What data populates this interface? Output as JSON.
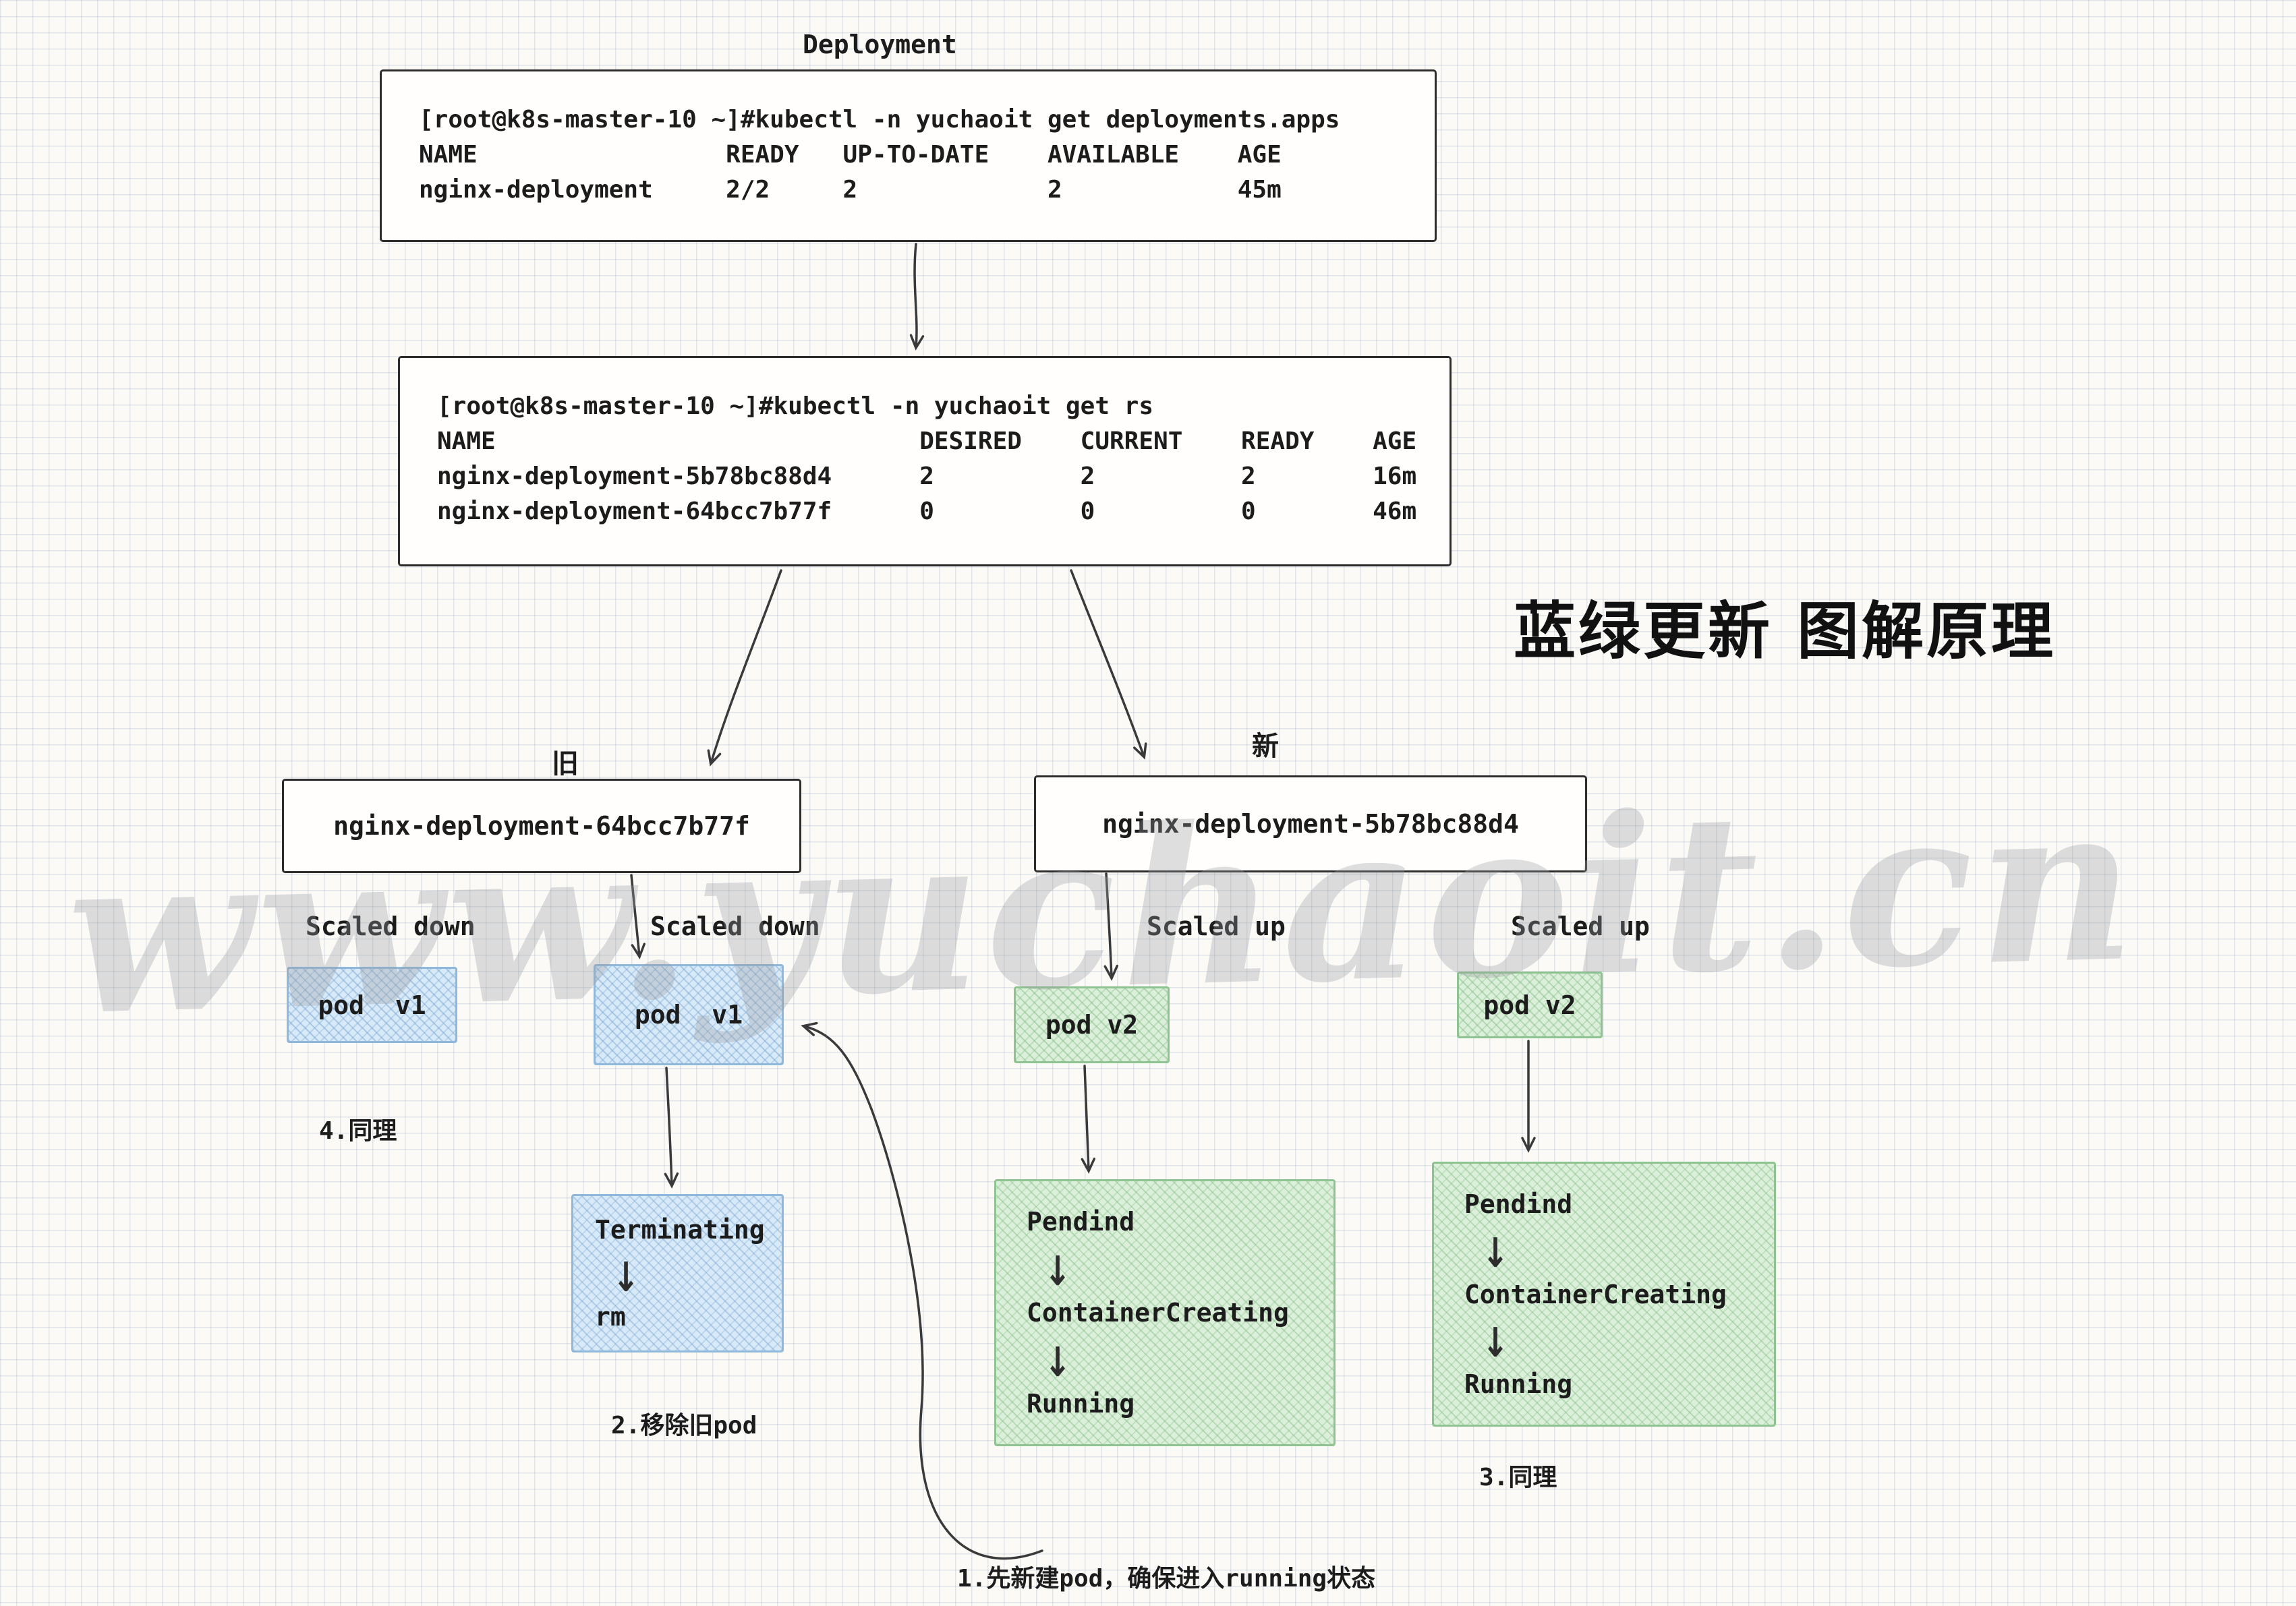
{
  "title": "蓝绿更新 图解原理",
  "watermark": "www.yuchaoit.cn",
  "glyphs": {
    "down_arrow": "↓"
  },
  "colors": {
    "ink": "#2d2d2d",
    "blue_fill": "#d8e9f7",
    "blue_border": "#8fb8da",
    "green_fill": "#dcefdb",
    "green_border": "#8fc391",
    "watermark_gray": "#9a9da1"
  },
  "deployment": {
    "label": "Deployment",
    "terminal": [
      "[root@k8s-master-10 ~]#kubectl -n yuchaoit get deployments.apps",
      "NAME                 READY   UP-TO-DATE    AVAILABLE    AGE",
      "nginx-deployment     2/2     2             2            45m"
    ]
  },
  "replicasets": {
    "terminal": [
      "[root@k8s-master-10 ~]#kubectl -n yuchaoit get rs",
      "NAME                             DESIRED    CURRENT    READY    AGE",
      "nginx-deployment-5b78bc88d4      2          2          2        16m",
      "nginx-deployment-64bcc7b77f      0          0          0        46m"
    ],
    "old": {
      "tag": "旧",
      "name": "nginx-deployment-64bcc7b77f"
    },
    "new": {
      "tag": "新",
      "name": "nginx-deployment-5b78bc88d4"
    }
  },
  "pods": {
    "old_left": {
      "label": "Scaled down",
      "text": "pod  v1"
    },
    "old_main": {
      "label": "Scaled down",
      "text": "pod  v1"
    },
    "new_main": {
      "label": "Scaled up",
      "text": "pod v2"
    },
    "new_right": {
      "label": "Scaled up",
      "text": "pod v2"
    }
  },
  "terminating": {
    "top": "Terminating",
    "bottom": "rm"
  },
  "status_new_main": {
    "steps": [
      "Pendind",
      "ContainerCreating",
      "Running"
    ]
  },
  "status_new_right": {
    "steps": [
      "Pendind",
      "ContainerCreating",
      "Running"
    ]
  },
  "notes": {
    "step1": "1.先新建pod，确保进入running状态",
    "step2": "2.移除旧pod",
    "step3": "3.同理",
    "step4": "4.同理"
  }
}
